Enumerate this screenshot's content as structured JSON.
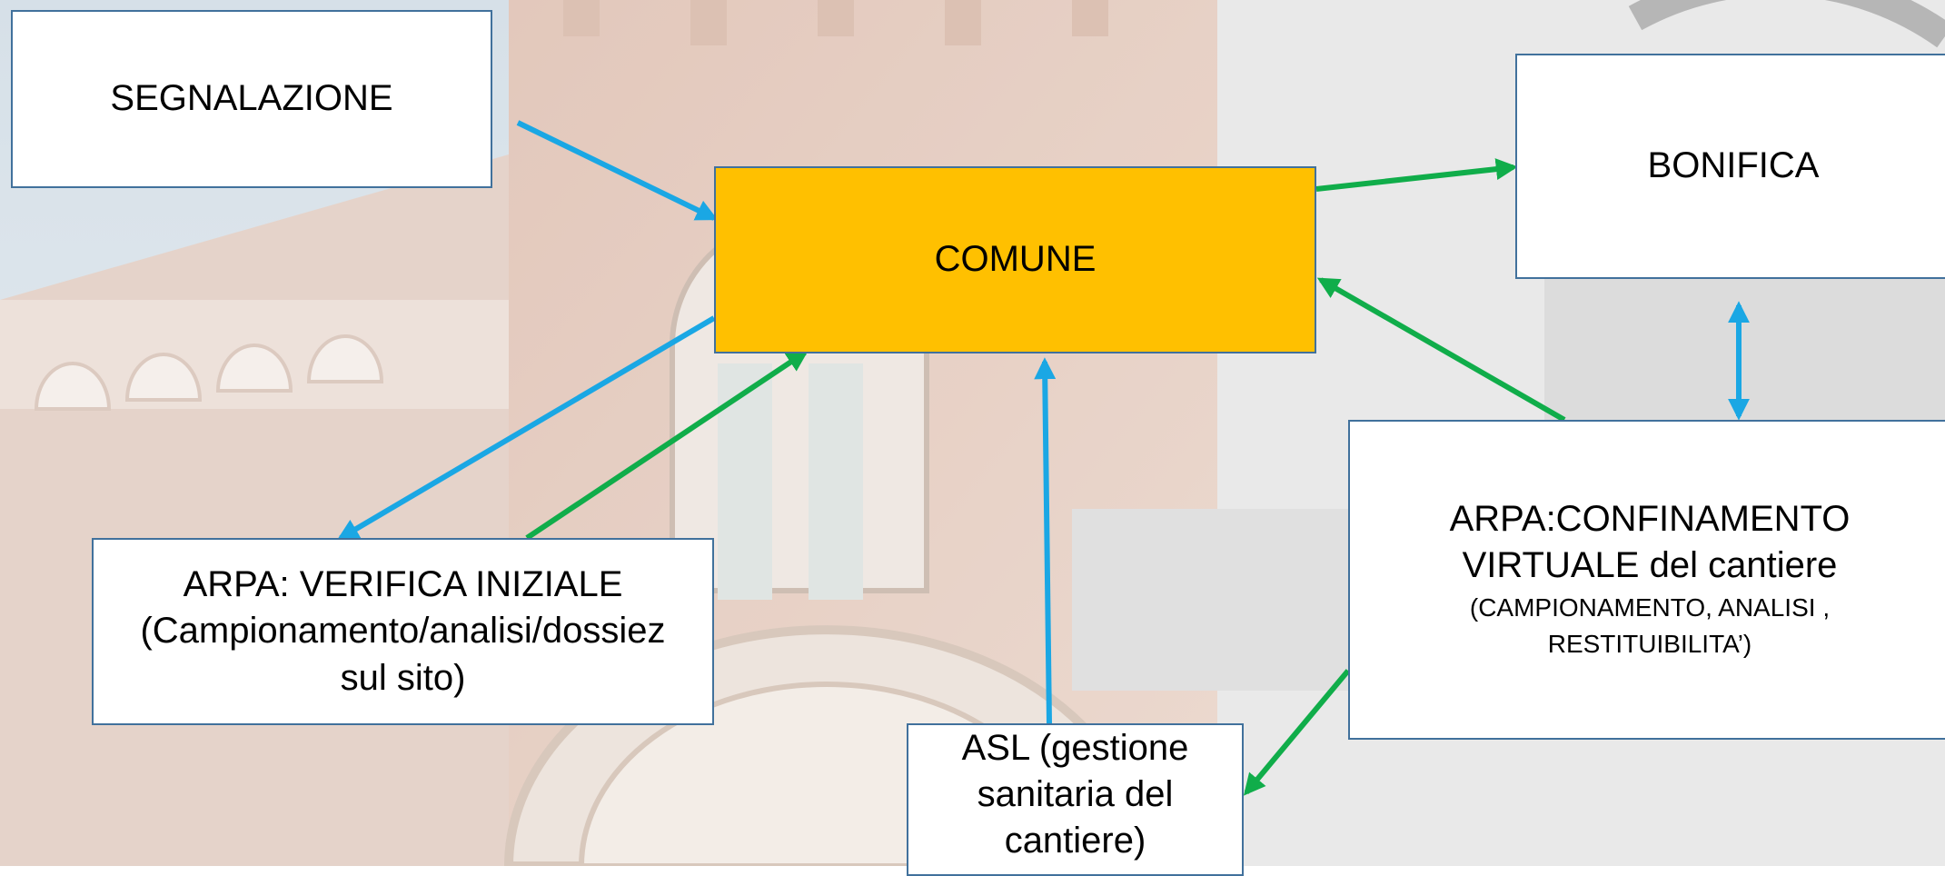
{
  "colors": {
    "box_fill": "#ffffff",
    "box_border": "#41719c",
    "comune_fill": "#ffc000",
    "blue_arrow": "#1aa7e4",
    "green_arrow": "#10ad4a"
  },
  "nodes": {
    "segnalazione": {
      "label": "SEGNALAZIONE"
    },
    "comune": {
      "label": "COMUNE"
    },
    "bonifica": {
      "label": "BONIFICA"
    },
    "arpa_verifica": {
      "line1": "ARPA: VERIFICA INIZIALE",
      "line2": "(Campionamento/analisi/dossiez",
      "line3": "sul sito)"
    },
    "arpa_confinamento": {
      "line1": "ARPA:CONFINAMENTO",
      "line2": "VIRTUALE del cantiere",
      "line3": "(CAMPIONAMENTO, ANALISI ,",
      "line4": "RESTITUIBILITA’)"
    },
    "asl": {
      "line1": "ASL (gestione",
      "line2": "sanitaria del",
      "line3": "cantiere)"
    }
  },
  "edges": [
    {
      "from": "SEGNALAZIONE",
      "to": "COMUNE",
      "color": "blue"
    },
    {
      "from": "COMUNE",
      "to": "ARPA: VERIFICA INIZIALE",
      "color": "blue"
    },
    {
      "from": "ARPA: VERIFICA INIZIALE",
      "to": "COMUNE",
      "color": "green"
    },
    {
      "from": "ASL",
      "to": "COMUNE",
      "color": "blue"
    },
    {
      "from": "COMUNE",
      "to": "BONIFICA",
      "color": "green"
    },
    {
      "from": "ARPA:CONFINAMENTO",
      "to": "COMUNE",
      "color": "green"
    },
    {
      "from": "BONIFICA",
      "to": "ARPA:CONFINAMENTO",
      "color": "blue",
      "bidirectional": true
    },
    {
      "from": "ARPA:CONFINAMENTO",
      "to": "ASL",
      "color": "green"
    }
  ]
}
